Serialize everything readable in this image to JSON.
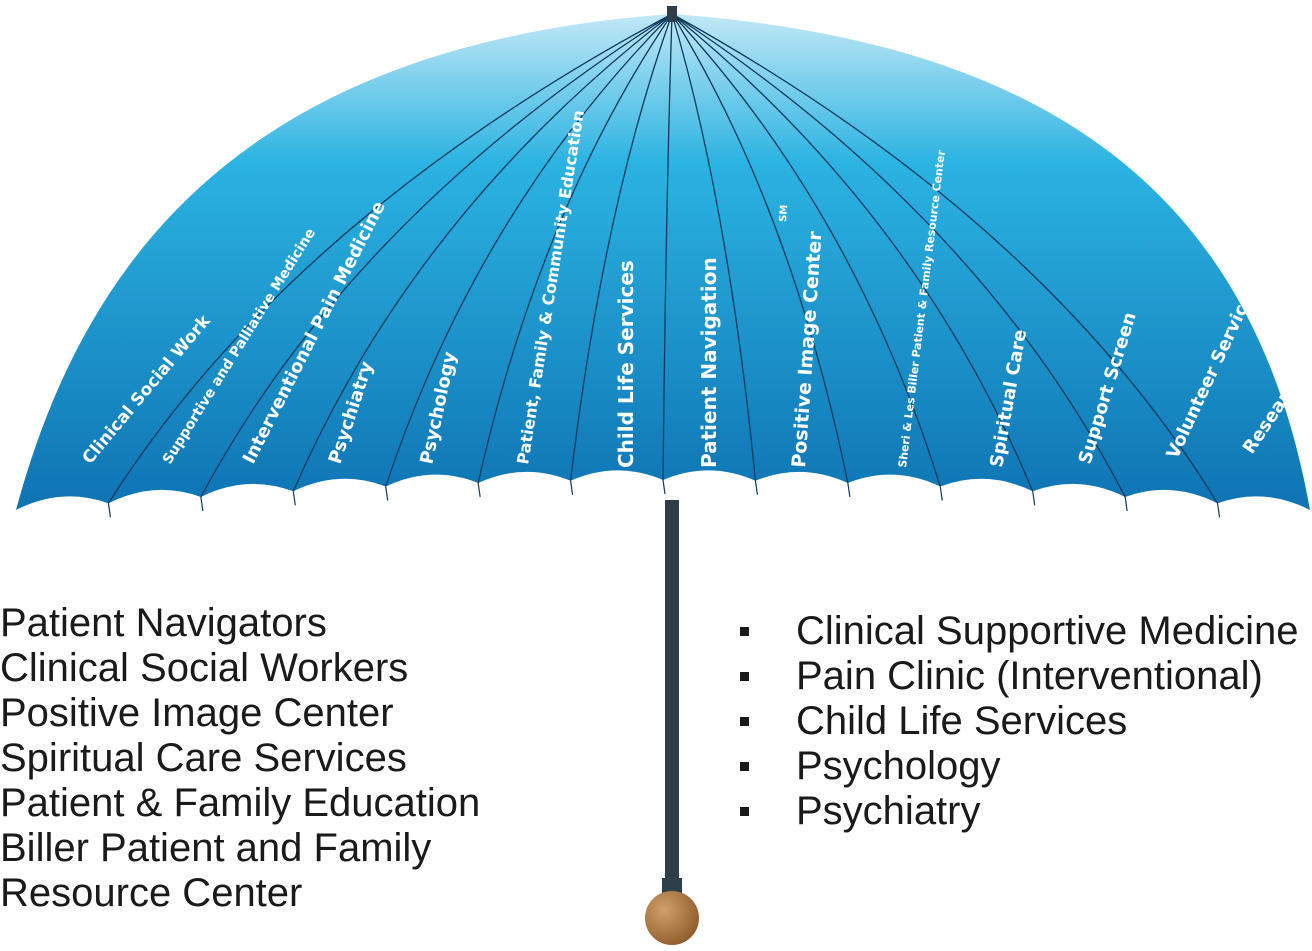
{
  "umbrella": {
    "panels": [
      "Clinical Social Work",
      "Supportive and Palliative Medicine",
      "Interventional Pain Medicine",
      "Psychiatry",
      "Psychology",
      "Patient, Family & Community Education",
      "Child Life Services",
      "Patient Navigation",
      "Positive Image Center",
      "Sheri & Les Biller Patient & Family Resource Center",
      "Spiritual Care",
      "Support Screen",
      "Volunteer Services",
      "Research"
    ],
    "sm_mark": "SM",
    "colors": {
      "canopy_top": "#c2e8f6",
      "canopy_mid": "#2bb3e2",
      "canopy_bottom": "#0e73b3",
      "handle": "#a8743c",
      "shaft": "#2e3e4a"
    }
  },
  "left_list": {
    "items": [
      "Patient Navigators",
      "Clinical Social Workers",
      "Positive Image Center",
      "Spiritual Care Services",
      "Patient & Family Education",
      "Biller Patient and Family",
      "Resource Center"
    ]
  },
  "right_list": {
    "items": [
      "Clinical Supportive Medicine",
      "Pain Clinic (Interventional)",
      "Child Life Services",
      "Psychology",
      "Psychiatry"
    ]
  }
}
